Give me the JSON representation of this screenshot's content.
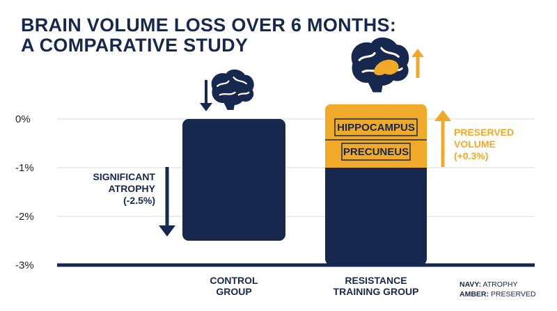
{
  "title_lines": [
    "BRAIN VOLUME LOSS OVER 6 MONTHS:",
    "A COMPARATIVE STUDY"
  ],
  "colors": {
    "navy": "#16284d",
    "amber": "#f0a928",
    "grid": "#d9d9d9",
    "text": "#222222"
  },
  "icons": [
    "brain-icon",
    "arrow-down-icon",
    "arrow-up-icon"
  ],
  "chart_data": {
    "type": "bar",
    "title": "BRAIN VOLUME LOSS OVER 6 MONTHS: A COMPARATIVE STUDY",
    "ylim": [
      -3,
      0
    ],
    "yticks": [
      0,
      -1,
      -2,
      -3
    ],
    "ytick_labels": [
      "0%",
      "-1%",
      "-2%",
      "-3%"
    ],
    "grid": true,
    "categories": [
      {
        "lines": [
          "CONTROL",
          "GROUP"
        ],
        "value": -2.5
      },
      {
        "lines": [
          "RESISTANCE",
          "TRAINING GROUP"
        ],
        "value": 0.3
      }
    ],
    "regions": [
      "HIPPOCAMPUS",
      "PRECUNEUS"
    ],
    "annotations": {
      "control": [
        "SIGNIFICANT",
        "ATROPHY",
        "(-2.5%)"
      ],
      "training": [
        "PRESERVED",
        "VOLUME",
        "(+0.3%)"
      ]
    },
    "legend": [
      {
        "key": "NAVY:",
        "label": "ATROPHY"
      },
      {
        "key": "AMBER:",
        "label": "PRESERVED"
      }
    ]
  }
}
